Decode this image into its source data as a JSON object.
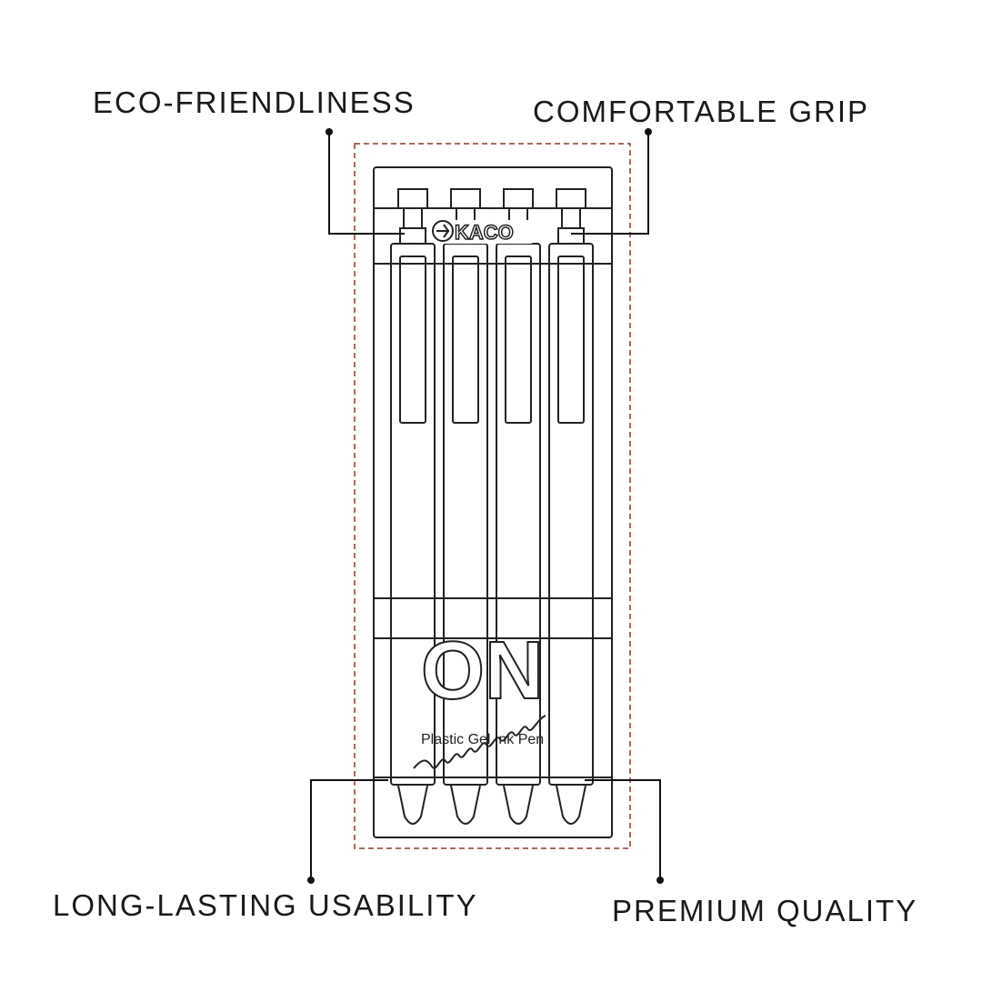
{
  "labels": {
    "eco": "ECO-FRIENDLINESS",
    "grip": "COMFORTABLE GRIP",
    "long": "LONG-LASTING USABILITY",
    "premium": "PREMIUM QUALITY"
  },
  "product": {
    "brand": "KACO",
    "big_text": "ON",
    "subtitle": "Plastic Gel Ink Pen",
    "pen_count": 4
  },
  "colors": {
    "dashed_frame": "#8b3a2a",
    "line": "#222222"
  }
}
